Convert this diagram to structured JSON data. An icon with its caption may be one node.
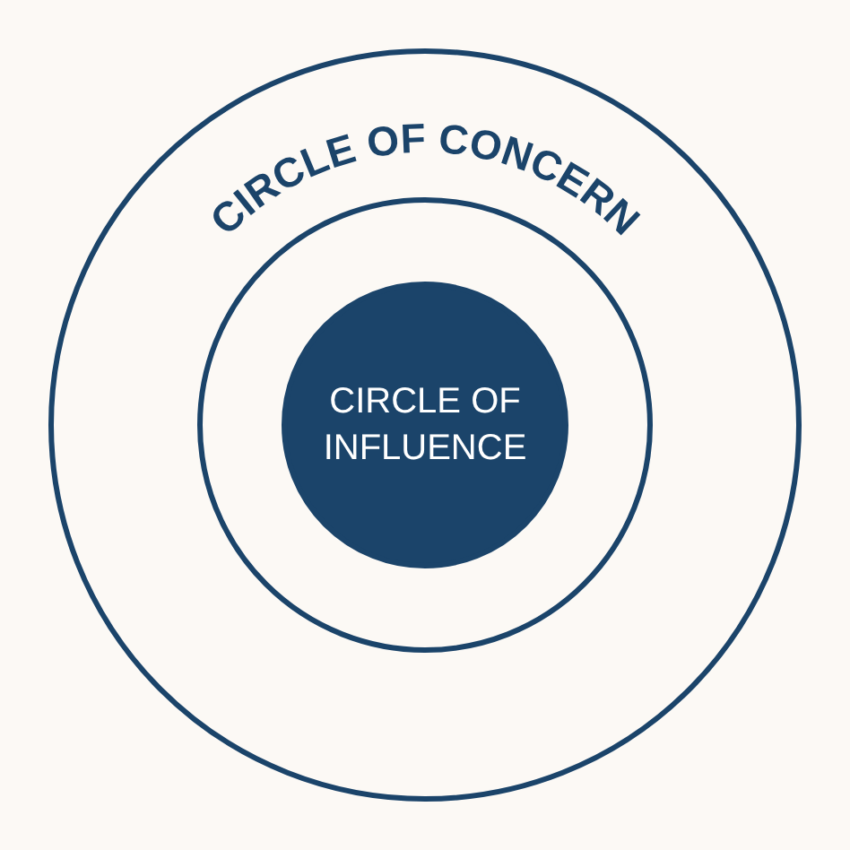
{
  "diagram": {
    "nodes": [
      {
        "text": [
          "CIRCLE OF CONCERN"
        ]
      },
      {
        "text": [],
        "shape": "circle",
        "in": 0
      },
      {
        "text": [
          "CIRCLE OF INFLUENCE"
        ],
        "in": 1
      }
    ]
  }
}
